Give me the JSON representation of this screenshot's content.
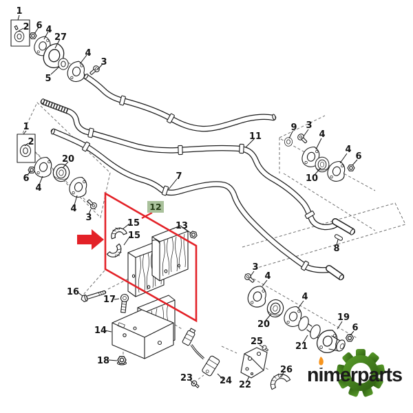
{
  "page": {
    "background": "#ffffff"
  },
  "callouts": {
    "top_left": [
      "1",
      "2",
      "6",
      "4",
      "27",
      "5",
      "4",
      "3"
    ],
    "mid_left": [
      "1",
      "2",
      "6",
      "4",
      "20",
      "4",
      "3"
    ],
    "bars": {
      "upper_bar": "11",
      "lower_bar": "7",
      "end_pin": "8"
    },
    "top_right": [
      "9",
      "3",
      "4",
      "10",
      "4",
      "6"
    ],
    "highlight": {
      "part": "12",
      "clamp_a": "15",
      "clamp_b": "15",
      "nut": "13"
    },
    "mount": {
      "long_bolt": "16",
      "bolt": "17",
      "bracket": "14",
      "nut": "18"
    },
    "sensor_group": {
      "bolt": "23",
      "sensor": "24",
      "screw": "25",
      "bracket": "22",
      "shell": "26"
    },
    "bottom_right": [
      "3",
      "4",
      "20",
      "4",
      "21",
      "19",
      "6"
    ]
  },
  "highlight": {
    "part_label": "12",
    "box_color": "#e32127",
    "arrow_color": "#e32127",
    "label_bg": "#a9c19b",
    "label_border": "#87a078",
    "label_text_color": "#253c15"
  },
  "logo": {
    "text": "nimerparts",
    "text_color": "#1b1b1b",
    "gear_color_light": "#5a9e2b",
    "gear_color_dark": "#2c5c10",
    "accent_color": "#f7941d"
  },
  "icons": {
    "arrow": "red-arrow-right-icon",
    "gear": "gear-icon",
    "flame": "flame-dot-icon"
  }
}
